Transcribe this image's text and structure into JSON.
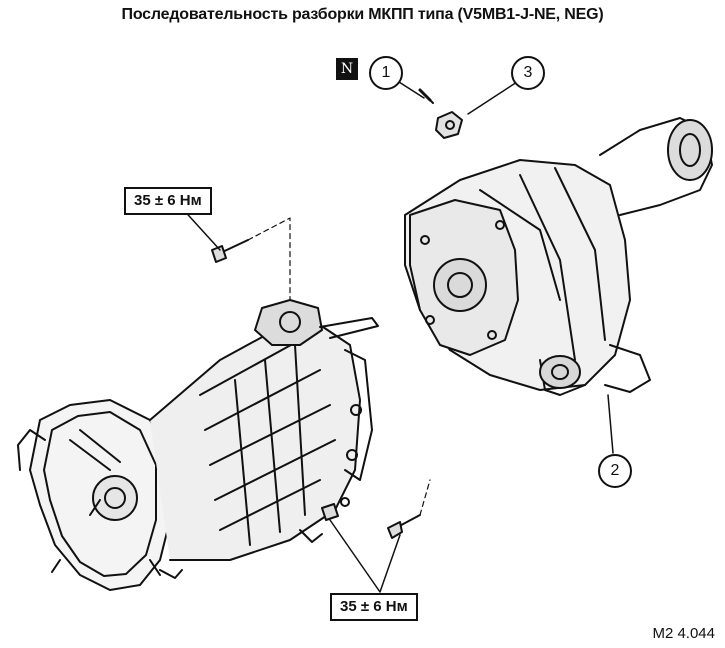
{
  "title": "Последовательность разборки МКПП типа  (V5MB1-J-NE, NEG)",
  "badge": "N",
  "callouts": {
    "c1": "1",
    "c2": "2",
    "c3": "3"
  },
  "torque": {
    "upper": "35 ± 6 Нм",
    "lower": "35 ± 6 Нм"
  },
  "figure_code": "M2 4.044"
}
